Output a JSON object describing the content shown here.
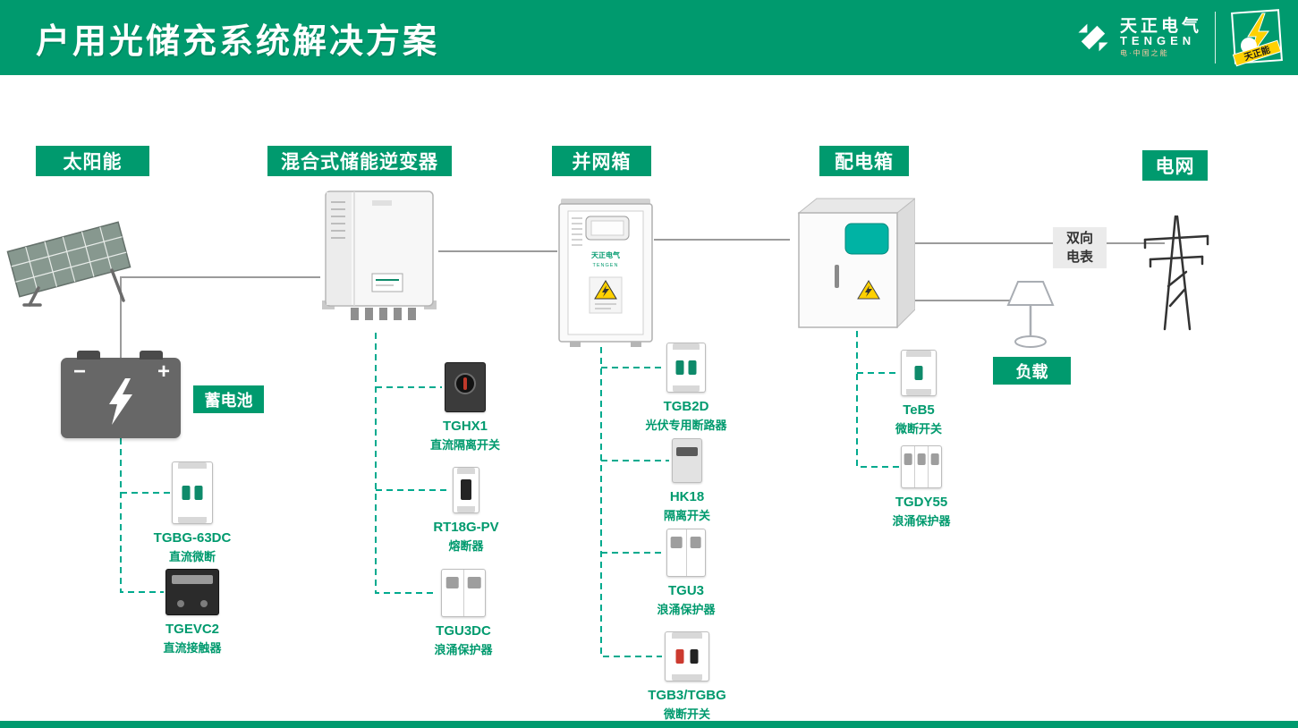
{
  "header": {
    "title": "户用光储充系统解决方案",
    "brand_cn": "天正电气",
    "brand_en": "TENGEN",
    "brand_tagline": "电·中国之能",
    "badge_text": "天正能"
  },
  "labels": {
    "solar": "太阳能",
    "inverter": "混合式储能逆变器",
    "grid_box": "并网箱",
    "dist_box": "配电箱",
    "grid": "电网",
    "battery": "蓄电池",
    "load": "负载",
    "meter_line1": "双向",
    "meter_line2": "电表",
    "battery_minus": "−",
    "battery_plus": "+"
  },
  "cabinet_logo": {
    "cn": "天正电气",
    "en": "TENGEN"
  },
  "colors": {
    "brand_green": "#009A6E",
    "dash_teal": "#00AA8E",
    "wire_gray": "#9B9B9B",
    "warning_yellow": "#FFD100"
  },
  "products": [
    {
      "name": "TGBG-63DC",
      "desc": "直流微断"
    },
    {
      "name": "TGEVC2",
      "desc": "直流接触器"
    },
    {
      "name": "TGHX1",
      "desc": "直流隔离开关"
    },
    {
      "name": "RT18G-PV",
      "desc": "熔断器"
    },
    {
      "name": "TGU3DC",
      "desc": "浪涌保护器"
    },
    {
      "name": "TGB2D",
      "desc": "光伏专用断路器"
    },
    {
      "name": "HK18",
      "desc": "隔离开关"
    },
    {
      "name": "TGU3",
      "desc": "浪涌保护器"
    },
    {
      "name": "TGB3/TGBG",
      "desc": "微断开关"
    },
    {
      "name": "TeB5",
      "desc": "微断开关"
    },
    {
      "name": "TGDY55",
      "desc": "浪涌保护器"
    }
  ]
}
